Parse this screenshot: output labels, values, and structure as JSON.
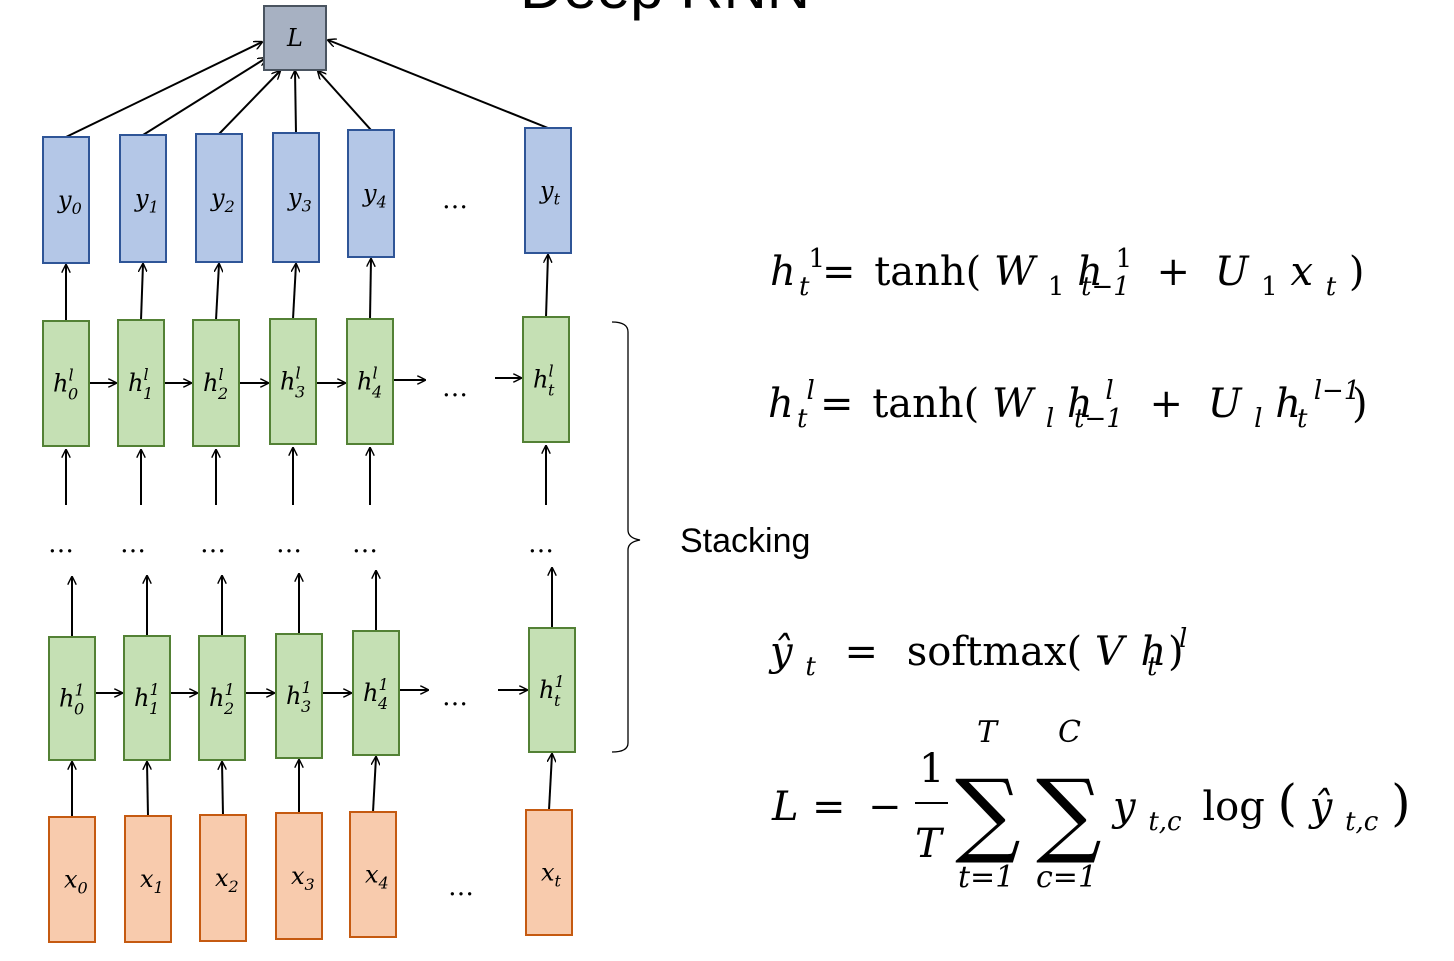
{
  "title": "Deep RNN",
  "colors": {
    "loss_fill": "#a7b1c2",
    "loss_stroke": "#4a5460",
    "output_fill": "#b4c7e7",
    "output_stroke": "#2f5597",
    "hidden_fill": "#c5e0b4",
    "hidden_stroke": "#538135",
    "input_fill": "#f8cbad",
    "input_stroke": "#c55a11"
  },
  "diagram": {
    "loss": {
      "base": "L"
    },
    "outputs": [
      {
        "base": "y",
        "sub": "0"
      },
      {
        "base": "y",
        "sub": "1"
      },
      {
        "base": "y",
        "sub": "2"
      },
      {
        "base": "y",
        "sub": "3"
      },
      {
        "base": "y",
        "sub": "4"
      },
      {
        "base": "y",
        "sub": "t"
      }
    ],
    "top_hidden": [
      {
        "base": "h",
        "sup": "l",
        "sub": "0"
      },
      {
        "base": "h",
        "sup": "l",
        "sub": "1"
      },
      {
        "base": "h",
        "sup": "l",
        "sub": "2"
      },
      {
        "base": "h",
        "sup": "l",
        "sub": "3"
      },
      {
        "base": "h",
        "sup": "l",
        "sub": "4"
      },
      {
        "base": "h",
        "sup": "l",
        "sub": "t"
      }
    ],
    "bottom_hidden": [
      {
        "base": "h",
        "sup": "1",
        "sub": "0"
      },
      {
        "base": "h",
        "sup": "1",
        "sub": "1"
      },
      {
        "base": "h",
        "sup": "1",
        "sub": "2"
      },
      {
        "base": "h",
        "sup": "1",
        "sub": "3"
      },
      {
        "base": "h",
        "sup": "1",
        "sub": "4"
      },
      {
        "base": "h",
        "sup": "1",
        "sub": "t"
      }
    ],
    "inputs": [
      {
        "base": "x",
        "sub": "0"
      },
      {
        "base": "x",
        "sub": "1"
      },
      {
        "base": "x",
        "sub": "2"
      },
      {
        "base": "x",
        "sub": "3"
      },
      {
        "base": "x",
        "sub": "4"
      },
      {
        "base": "x",
        "sub": "t"
      }
    ],
    "ellipsis": "…",
    "stacking_label": "Stacking"
  },
  "equations": {
    "eq1": {
      "lhs_base": "h",
      "lhs_sup": "1",
      "lhs_sub": "t",
      "equals": "=",
      "func": "tanh(",
      "w": "W",
      "w_sub": "1",
      "h": "h",
      "h_sup": "1",
      "h_sub": "t−1",
      "plus": "+",
      "u": "U",
      "u_sub": "1",
      "x": "x",
      "x_sub": "t",
      "close": ")"
    },
    "eq2": {
      "lhs_base": "h",
      "lhs_sup": "l",
      "lhs_sub": "t",
      "equals": "=",
      "func": "tanh(",
      "w": "W",
      "w_sub": "l",
      "h": "h",
      "h_sup": "l",
      "h_sub": "t−1",
      "plus": "+",
      "u": "U",
      "u_sub": "l",
      "h2": "h",
      "h2_sup": "l−1",
      "h2_sub": "t",
      "close": ")"
    },
    "eq3": {
      "lhs": "ŷ",
      "lhs_sub": "t",
      "equals": "=",
      "func": "softmax(",
      "v": "V",
      "h": "h",
      "h_sup": "l",
      "h_sub": "t",
      "close": ")"
    },
    "eq4": {
      "lhs": "L",
      "equals": "=",
      "minus": "−",
      "frac_num": "1",
      "frac_den": "T",
      "sum1_sym": "∑",
      "sum1_top": "T",
      "sum1_bottom": "t=1",
      "sum2_sym": "∑",
      "sum2_top": "C",
      "sum2_bottom": "c=1",
      "y": "y",
      "y_sub": "t,c",
      "log": "log",
      "open": "(",
      "yhat": "ŷ",
      "yhat_sub": "t,c",
      "close": ")"
    }
  }
}
